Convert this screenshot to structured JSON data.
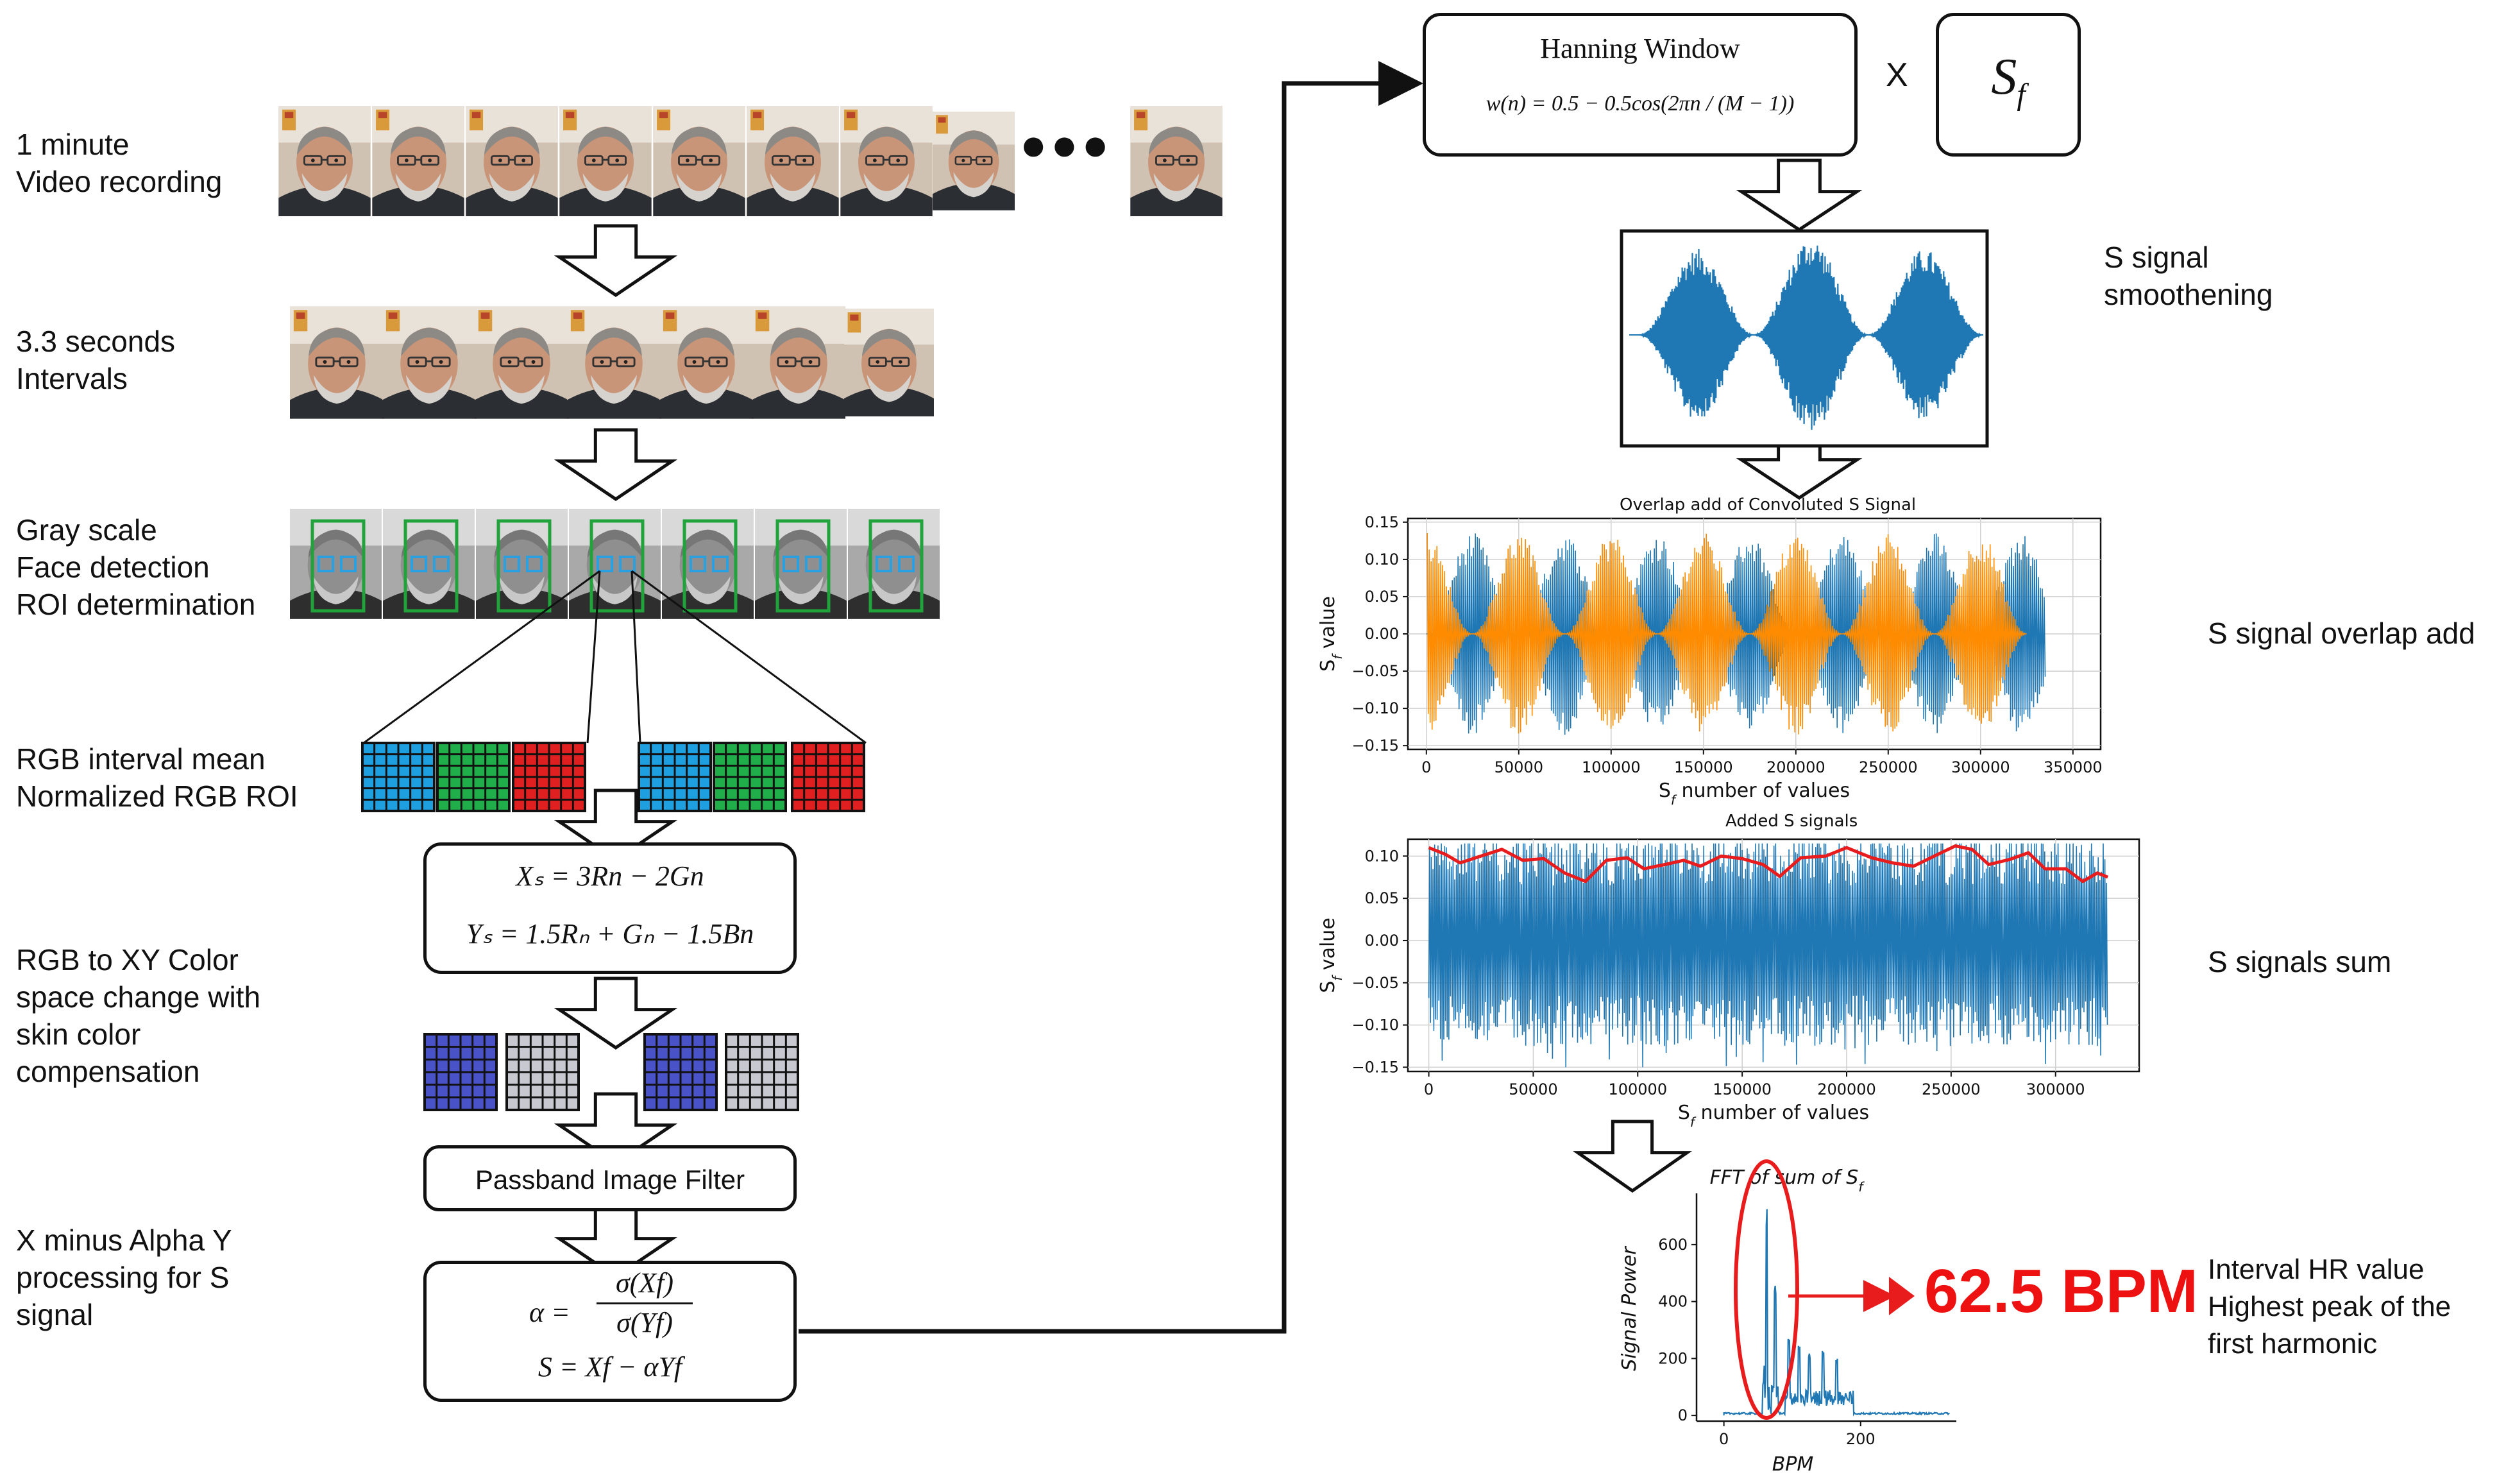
{
  "labels": {
    "video_recording": [
      "1 minute",
      "Video recording"
    ],
    "intervals": [
      "3.3 seconds",
      "Intervals"
    ],
    "face_detection": [
      "Gray scale",
      "Face detection",
      "ROI determination"
    ],
    "rgb_mean": [
      "RGB interval mean",
      "Normalized RGB ROI"
    ],
    "color_space": [
      "RGB to XY Color",
      "space change with",
      "skin color",
      "compensation"
    ],
    "x_minus_alpha": [
      "X minus Alpha Y",
      "processing for S",
      "signal"
    ],
    "smoothening": [
      "S signal",
      "smoothening"
    ],
    "overlap_add": "S signal overlap add",
    "signals_sum": "S signals sum",
    "hr_value": [
      "Interval HR value",
      "Highest peak of the",
      "first harmonic"
    ]
  },
  "dots": "●●●",
  "xy_box": {
    "line1": "Xₛ = 3Rn − 2Gn",
    "line2": "Yₛ = 1.5Rₙ + Gₙ − 1.5Bn"
  },
  "passband": "Passband Image Filter",
  "alpha_box": {
    "alpha_lhs": "α =",
    "numerator": "σ(Xf)",
    "denominator": "σ(Yf)",
    "s_line": "S = Xf − αYf"
  },
  "hanning": {
    "title": "Hanning Window",
    "formula": "w(n) = 0.5 − 0.5cos(2πn / (M − 1))"
  },
  "multiply": "X",
  "sf_box": "S",
  "sf_sub": "f",
  "result_bpm": "62.5 BPM",
  "colors": {
    "blue": "#1f77b4",
    "orange": "#ff8c00",
    "red": "#e81c1c",
    "green": "#1fa33a",
    "roi_blue": "#2aa0e0",
    "black": "#111111"
  },
  "chart_data": [
    {
      "type": "line",
      "title": "",
      "description_type": "amplitude-modulated signal",
      "lobes": 3
    },
    {
      "type": "line",
      "title": "Overlap add of Convoluted S Signal",
      "xlabel": "S_f number of values",
      "ylabel": "S_f value",
      "xlim": [
        -10000,
        365000
      ],
      "ylim": [
        -0.155,
        0.155
      ],
      "xticks": [
        0,
        50000,
        100000,
        150000,
        200000,
        250000,
        300000,
        350000
      ],
      "yticks": [
        -0.15,
        -0.1,
        -0.05,
        0.0,
        0.05,
        0.1,
        0.15
      ],
      "ytick_labels": [
        "−0.15",
        "−0.10",
        "−0.05",
        "0.00",
        "0.05",
        "0.10",
        "0.15"
      ],
      "grid": true,
      "series": [
        {
          "color": "#1f77b4",
          "lobe_centers": [
            25000,
            75000,
            125000,
            175000,
            225000,
            275000,
            322000
          ],
          "lobe_halfwidth": 25000,
          "amplitude": 0.13
        },
        {
          "color": "#ff8c00",
          "lobe_centers": [
            0,
            50000,
            100000,
            150000,
            200000,
            250000,
            300000
          ],
          "lobe_halfwidth": 25000,
          "amplitude": 0.13
        }
      ]
    },
    {
      "type": "line",
      "title": "Added S signals",
      "xlabel": "S_f number of values",
      "ylabel": "S_f value",
      "xlim": [
        -10000,
        340000
      ],
      "ylim": [
        -0.155,
        0.12
      ],
      "xticks": [
        0,
        50000,
        100000,
        150000,
        200000,
        250000,
        300000
      ],
      "yticks": [
        -0.15,
        -0.1,
        -0.05,
        0.0,
        0.05,
        0.1
      ],
      "ytick_labels": [
        "−0.15",
        "−0.10",
        "−0.05",
        "0.00",
        "0.05",
        "0.10"
      ],
      "grid": true,
      "x_end": 325000,
      "envelope_points": [
        [
          0,
          0.11
        ],
        [
          8000,
          0.102
        ],
        [
          15000,
          0.092
        ],
        [
          25000,
          0.1
        ],
        [
          35000,
          0.108
        ],
        [
          45000,
          0.095
        ],
        [
          55000,
          0.097
        ],
        [
          65000,
          0.08
        ],
        [
          75000,
          0.07
        ],
        [
          85000,
          0.095
        ],
        [
          95000,
          0.098
        ],
        [
          103000,
          0.085
        ],
        [
          113000,
          0.09
        ],
        [
          122000,
          0.095
        ],
        [
          130000,
          0.088
        ],
        [
          140000,
          0.1
        ],
        [
          150000,
          0.097
        ],
        [
          160000,
          0.09
        ],
        [
          168000,
          0.076
        ],
        [
          178000,
          0.098
        ],
        [
          190000,
          0.1
        ],
        [
          200000,
          0.11
        ],
        [
          212000,
          0.098
        ],
        [
          222000,
          0.092
        ],
        [
          232000,
          0.088
        ],
        [
          242000,
          0.1
        ],
        [
          252000,
          0.112
        ],
        [
          260000,
          0.108
        ],
        [
          268000,
          0.09
        ],
        [
          278000,
          0.096
        ],
        [
          287000,
          0.104
        ],
        [
          295000,
          0.085
        ],
        [
          305000,
          0.085
        ],
        [
          313000,
          0.07
        ],
        [
          320000,
          0.08
        ],
        [
          325000,
          0.075
        ]
      ]
    },
    {
      "type": "line",
      "title": "FFT of sum of S_f",
      "xlabel": "BPM",
      "ylabel": "Signal Power",
      "xlim": [
        -40,
        340
      ],
      "ylim": [
        -20,
        780
      ],
      "xticks": [
        0,
        200
      ],
      "yticks": [
        0,
        200,
        400,
        600
      ],
      "grid": false,
      "peaks": [
        [
          62.5,
          730
        ],
        [
          75,
          470
        ],
        [
          95,
          290
        ],
        [
          110,
          250
        ],
        [
          125,
          220
        ],
        [
          145,
          230
        ],
        [
          165,
          200
        ]
      ]
    }
  ]
}
